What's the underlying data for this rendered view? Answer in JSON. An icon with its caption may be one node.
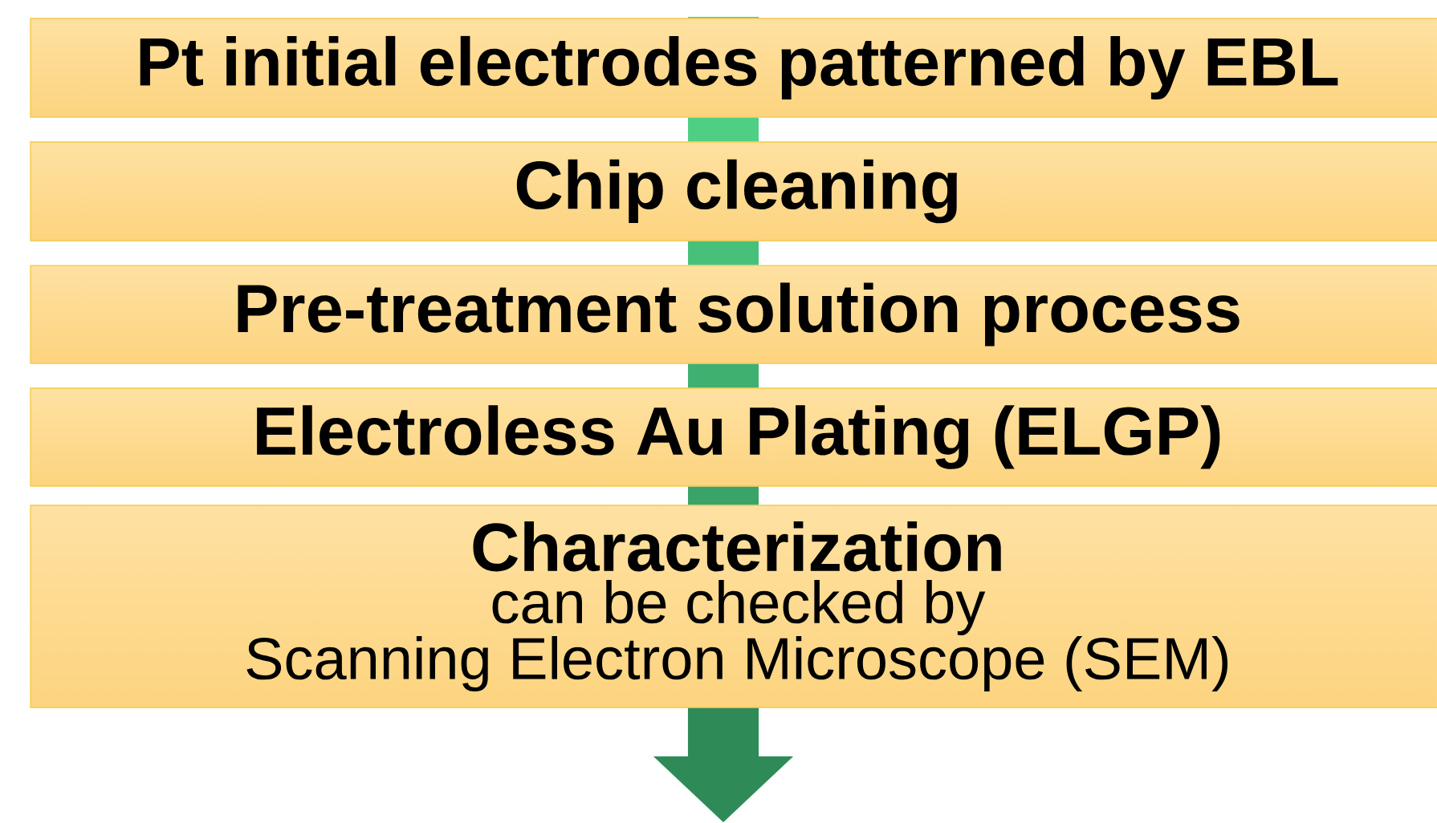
{
  "diagram": {
    "nodes": [
      {
        "text": [
          "Pt initial electrodes patterned by EBL"
        ]
      },
      {
        "text": [
          "Chip cleaning"
        ]
      },
      {
        "text": [
          "Pre-treatment solution process"
        ]
      },
      {
        "text": [
          "Electroless Au Plating (ELGP)"
        ]
      },
      {
        "text": [
          "Characterization",
          "can be checked by",
          "Scanning Electron Microscope (SEM)"
        ]
      }
    ],
    "edges": [
      {
        "from": 0,
        "to": 1,
        "arrow": "none"
      },
      {
        "from": 1,
        "to": 2,
        "arrow": "none"
      },
      {
        "from": 2,
        "to": 3,
        "arrow": "none"
      },
      {
        "from": 3,
        "to": 4,
        "arrow": "none"
      },
      {
        "from": 4,
        "to": null,
        "arrow": "to"
      }
    ]
  }
}
